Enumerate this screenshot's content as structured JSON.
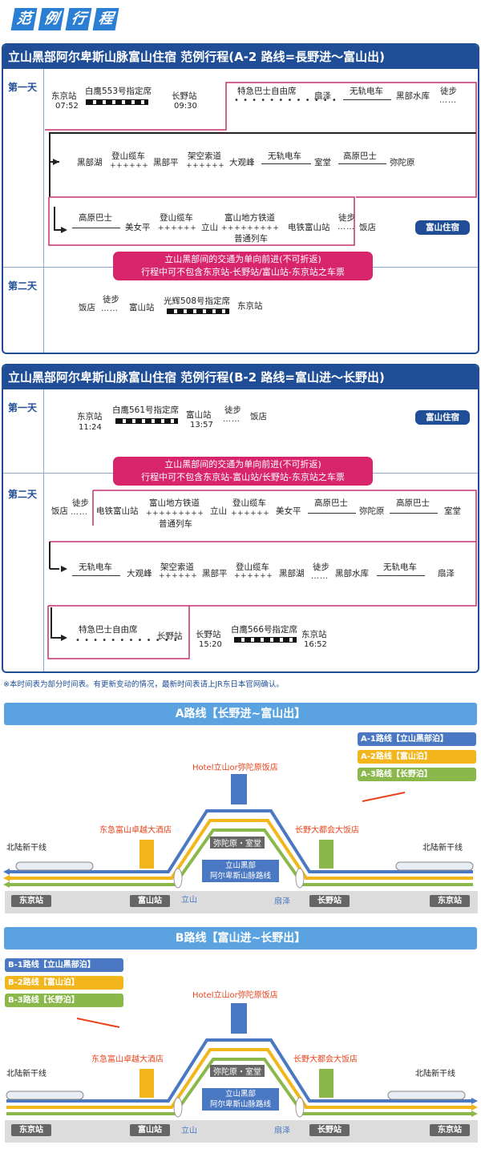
{
  "header": {
    "chars": [
      "范",
      "例",
      "行",
      "程"
    ]
  },
  "planA": {
    "title": "立山黑部阿尔卑斯山脉富山住宿  范例行程(A-2 路线=長野进～富山出)",
    "day1": "第一天",
    "day2": "第二天",
    "r1": {
      "tokyo": "东京站",
      "tokyo_time": "07:52",
      "train": "白鹰553号指定席",
      "nagano": "长野站",
      "nagano_time": "09:30",
      "bus": "特急巴士自由席",
      "ogizawa": "扇泽",
      "trolley": "无轨电车",
      "kurobedam": "黑部水库",
      "walk": "徒步"
    },
    "r2": {
      "kurobeko": "黑部湖",
      "cable": "登山缆车",
      "kurobedaira": "黑部平",
      "ropeway": "架空索道",
      "daikanbo": "大观峰",
      "trolley": "无轨电车",
      "murodo": "室堂",
      "highbus": "高原巴士",
      "midagahara": "弥陀原"
    },
    "r3": {
      "highbus": "高原巴士",
      "bijodaira": "美女平",
      "cable": "登山缆车",
      "tateyama": "立山",
      "railway": "富山地方铁道",
      "railway2": "普通列车",
      "dentetsu": "电铁富山站",
      "walk": "徒步",
      "hotel": "饭店",
      "stay": "富山住宿"
    },
    "notice1": "立山黑部间的交通为单向前进(不可折返)",
    "notice2": "行程中可不包含东京站-长野站/富山站-东京站之车票",
    "d2": {
      "hotel": "饭店",
      "walk": "徒步",
      "toyama": "富山站",
      "train": "光辉508号指定席",
      "tokyo": "东京站"
    }
  },
  "planB": {
    "title": "立山黑部阿尔卑斯山脉富山住宿  范例行程(B-2 路线=富山进～长野出)",
    "day1": "第一天",
    "day2": "第二天",
    "d1": {
      "tokyo": "东京站",
      "tokyo_time": "11:24",
      "train": "白鹰561号指定席",
      "toyama": "富山站",
      "toyama_time": "13:57",
      "walk": "徒步",
      "hotel": "饭店",
      "stay": "富山住宿"
    },
    "notice1": "立山黑部间的交通为单向前进(不可折返)",
    "notice2": "行程中可不包含东京站-富山站/长野站-东京站之车票",
    "r1": {
      "hotel": "饭店",
      "walk": "徒步",
      "dentetsu": "电铁富山站",
      "railway": "富山地方铁道",
      "railway2": "普通列车",
      "tateyama": "立山",
      "cable": "登山缆车",
      "bijodaira": "美女平",
      "highbus": "高原巴士",
      "midagahara": "弥陀原",
      "highbus2": "高原巴士",
      "murodo": "室堂"
    },
    "r2": {
      "trolley": "无轨电车",
      "daikanbo": "大观峰",
      "ropeway": "架空索道",
      "kurobedaira": "黑部平",
      "cable": "登山缆车",
      "kurobeko": "黑部湖",
      "walk": "徒步",
      "kurobedam": "黑部水库",
      "trolley2": "无轨电车",
      "ogizawa": "扇泽"
    },
    "r3": {
      "bus": "特急巴士自由席",
      "nagano": "长野站",
      "nagano2": "长野站",
      "nagano_time": "15:20",
      "train": "白鹰566号指定席",
      "tokyo": "东京站",
      "tokyo_time": "16:52"
    }
  },
  "note": "※本时间表为部分时间表。有更新变动的情况，最新时间表请上JR东日本官网确认。",
  "mapA": {
    "title": "A路线【长野进~富山出】",
    "legend": [
      "A-1路线【立山黑部泊】",
      "A-2路线【富山泊】",
      "A-3路线【长野泊】"
    ],
    "hotel_top": "Hotel立山or弥陀原饭店",
    "hotel_left": "东急富山卓越大酒店",
    "hotel_right": "长野大都会大饭店",
    "murodo": "弥陀原・室堂",
    "center1": "立山黑部",
    "center2": "阿尔卑斯山脉路线",
    "shinkansen_l": "北陆新干线",
    "shinkansen_r": "北陆新干线",
    "stations": [
      "东京站",
      "富山站",
      "立山",
      "扇泽",
      "长野站",
      "东京站"
    ]
  },
  "mapB": {
    "title": "B路线【富山进~长野出】",
    "legend": [
      "B-1路线【立山黑部泊】",
      "B-2路线【富山泊】",
      "B-3路线【长野泊】"
    ],
    "hotel_top": "Hotel立山or弥陀原饭店",
    "hotel_left": "东急富山卓越大酒店",
    "hotel_right": "长野大都会大饭店",
    "murodo": "弥陀原・室堂",
    "center1": "立山黑部",
    "center2": "阿尔卑斯山脉路线",
    "shinkansen_l": "北陆新干线",
    "shinkansen_r": "北陆新干线",
    "stations": [
      "东京站",
      "富山站",
      "立山",
      "扇泽",
      "长野站",
      "东京站"
    ]
  },
  "colors": {
    "navy": "#1f4e96",
    "pink": "#d8246a",
    "blue": "#4a78c2",
    "yellow": "#f2b51c",
    "green": "#8bb84a",
    "red": "#e8431c",
    "sky": "#5aa3e0"
  }
}
